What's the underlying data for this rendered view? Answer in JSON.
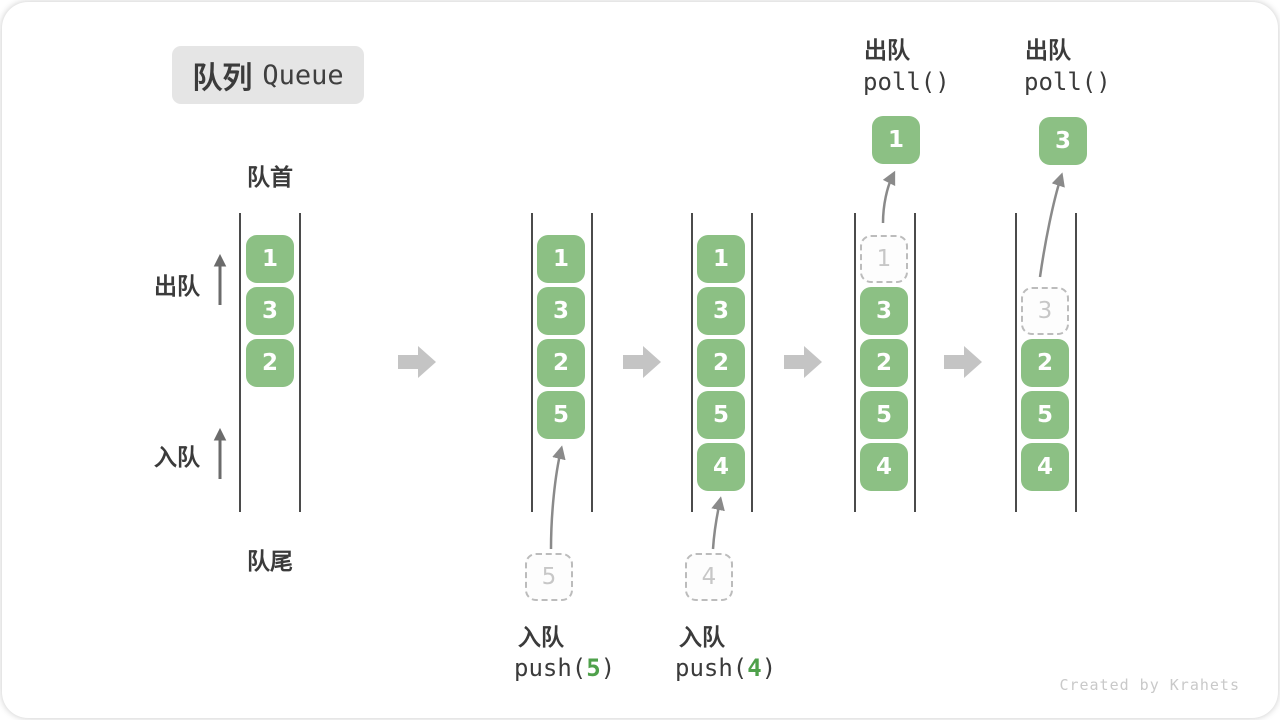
{
  "title": {
    "zh": "队列",
    "en": "Queue"
  },
  "side_labels": {
    "front": "队首",
    "rear": "队尾",
    "dequeue": "出队",
    "enqueue": "入队"
  },
  "colors": {
    "block_green": "#8cc084",
    "arg_green": "#4fa14b",
    "wall_line": "#4b4b4b",
    "state_arrow": "#c4c4c4",
    "curve_arrow": "#8a8a8a",
    "ghost_gray": "#c7c7c7",
    "title_bg": "#e5e5e5",
    "text_dark": "#3b3b3b"
  },
  "states": [
    {
      "blocks": [
        "1",
        "3",
        "2"
      ]
    },
    {
      "blocks": [
        "1",
        "3",
        "2",
        "5"
      ],
      "ghost": "5",
      "op_label": "入队",
      "op_pre": "push(",
      "op_arg": "5",
      "op_post": ")"
    },
    {
      "blocks": [
        "1",
        "3",
        "2",
        "5",
        "4"
      ],
      "ghost": "4",
      "op_label": "入队",
      "op_pre": "push(",
      "op_arg": "4",
      "op_post": ")"
    },
    {
      "blocks": [
        "3",
        "2",
        "5",
        "4"
      ],
      "ghost": "1",
      "popped": "1",
      "op_label": "出队",
      "op_code": "poll()"
    },
    {
      "blocks": [
        "2",
        "5",
        "4"
      ],
      "ghost": "3",
      "popped": "3",
      "op_label": "出队",
      "op_code": "poll()"
    }
  ],
  "watermark": "Created by Krahets"
}
